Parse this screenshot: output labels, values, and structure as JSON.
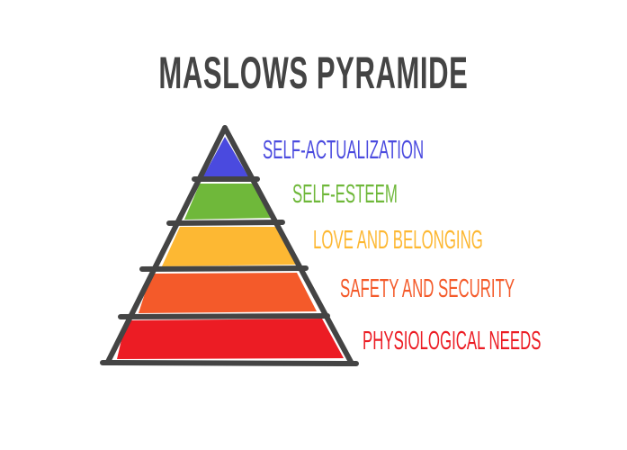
{
  "title": "MASLOWS PYRAMIDE",
  "levels": [
    {
      "label": "SELF-ACTUALIZATION",
      "color": "#4a4adf"
    },
    {
      "label": "SELF-ESTEEM",
      "color": "#6fb83a"
    },
    {
      "label": "LOVE AND BELONGING",
      "color": "#fdb833"
    },
    {
      "label": "SAFETY AND SECURITY",
      "color": "#f45a2a"
    },
    {
      "label": "PHYSIOLOGICAL NEEDS",
      "color": "#ec1c24"
    }
  ],
  "outline_color": "#444444"
}
